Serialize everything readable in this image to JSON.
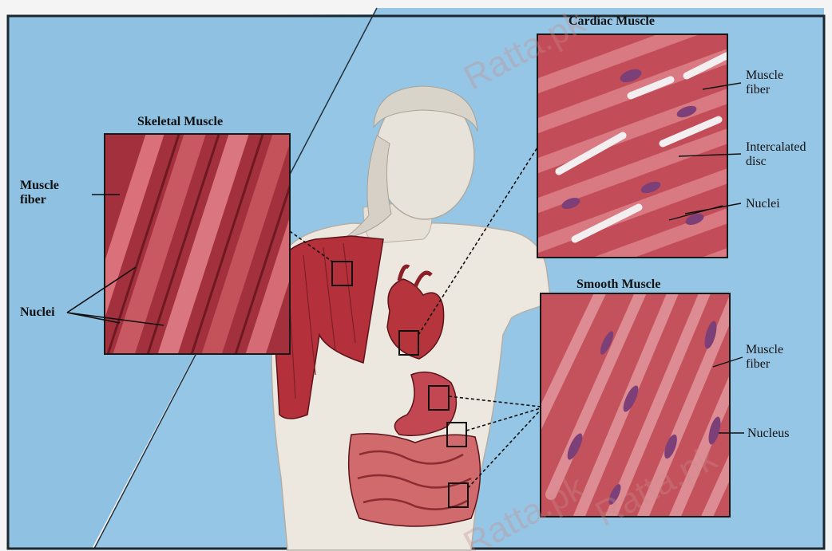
{
  "panels": {
    "skeletal": {
      "title": "Skeletal Muscle",
      "fiber": "Muscle\nfiber",
      "nuclei": "Nuclei"
    },
    "cardiac": {
      "title": "Cardiac Muscle",
      "fiber": "Muscle\nfiber",
      "disc": "Intercalated\ndisc",
      "nuclei": "Nuclei"
    },
    "smooth": {
      "title": "Smooth Muscle",
      "fiber": "Muscle\nfiber",
      "nucleus": "Nucleus"
    }
  },
  "watermark": "Ratta.pk",
  "colors": {
    "background": "#8fc1e3",
    "muscle": "#b4303a",
    "muscle_light": "#e08a8e",
    "nucleus": "#7c3f78",
    "body": "#ece7df"
  }
}
